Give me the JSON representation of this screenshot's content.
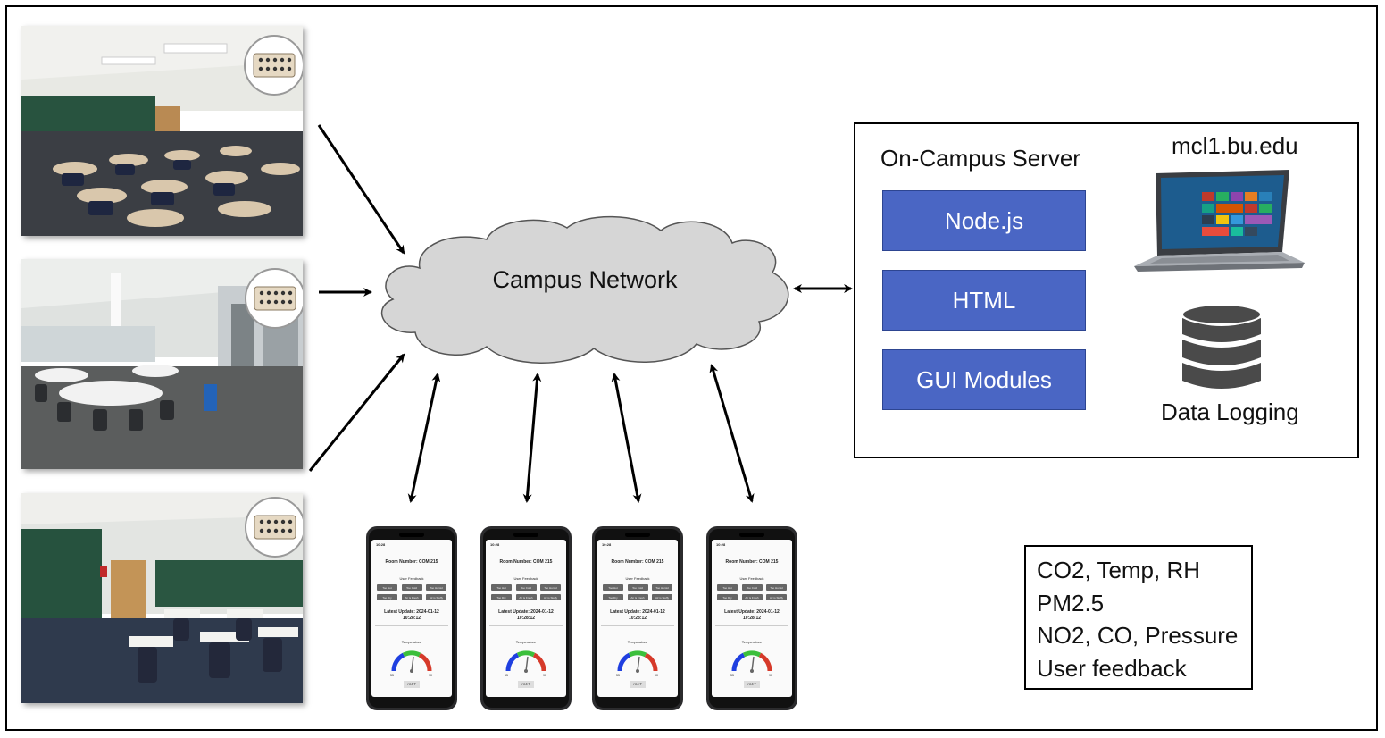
{
  "cloud": {
    "label": "Campus Network"
  },
  "server": {
    "title": "On-Campus Server",
    "host": "mcl1.bu.edu",
    "modules": [
      "Node.js",
      "HTML",
      "GUI Modules"
    ],
    "data_logging_label": "Data Logging"
  },
  "measurements": [
    "CO2, Temp, RH",
    "PM2.5",
    "NO2, CO, Pressure",
    "User feedback"
  ],
  "phone": {
    "time": "10:28",
    "room_number": "Room Number: COM 215",
    "user_feedback_title": "User Feedback",
    "buttons_row1": [
      "Too Hot",
      "Too Cold",
      "Too Humid"
    ],
    "buttons_row2": [
      "Too Dry",
      "Air is Fresh",
      "Air is Stuffy"
    ],
    "latest_update_line1": "Latest Update: 2024-01-12",
    "latest_update_line2": "10:28:12",
    "gauge_title": "Temperature",
    "gauge_min": "55",
    "gauge_max": "90",
    "gauge_value": "73.4°F"
  },
  "colors": {
    "module_fill": "#4a66c4",
    "cloud_fill": "#d6d6d6"
  },
  "icons": [
    "laptop-icon",
    "database-icon",
    "sensor-device-icon",
    "smartphone-icon",
    "bidirectional-arrow-icon"
  ]
}
